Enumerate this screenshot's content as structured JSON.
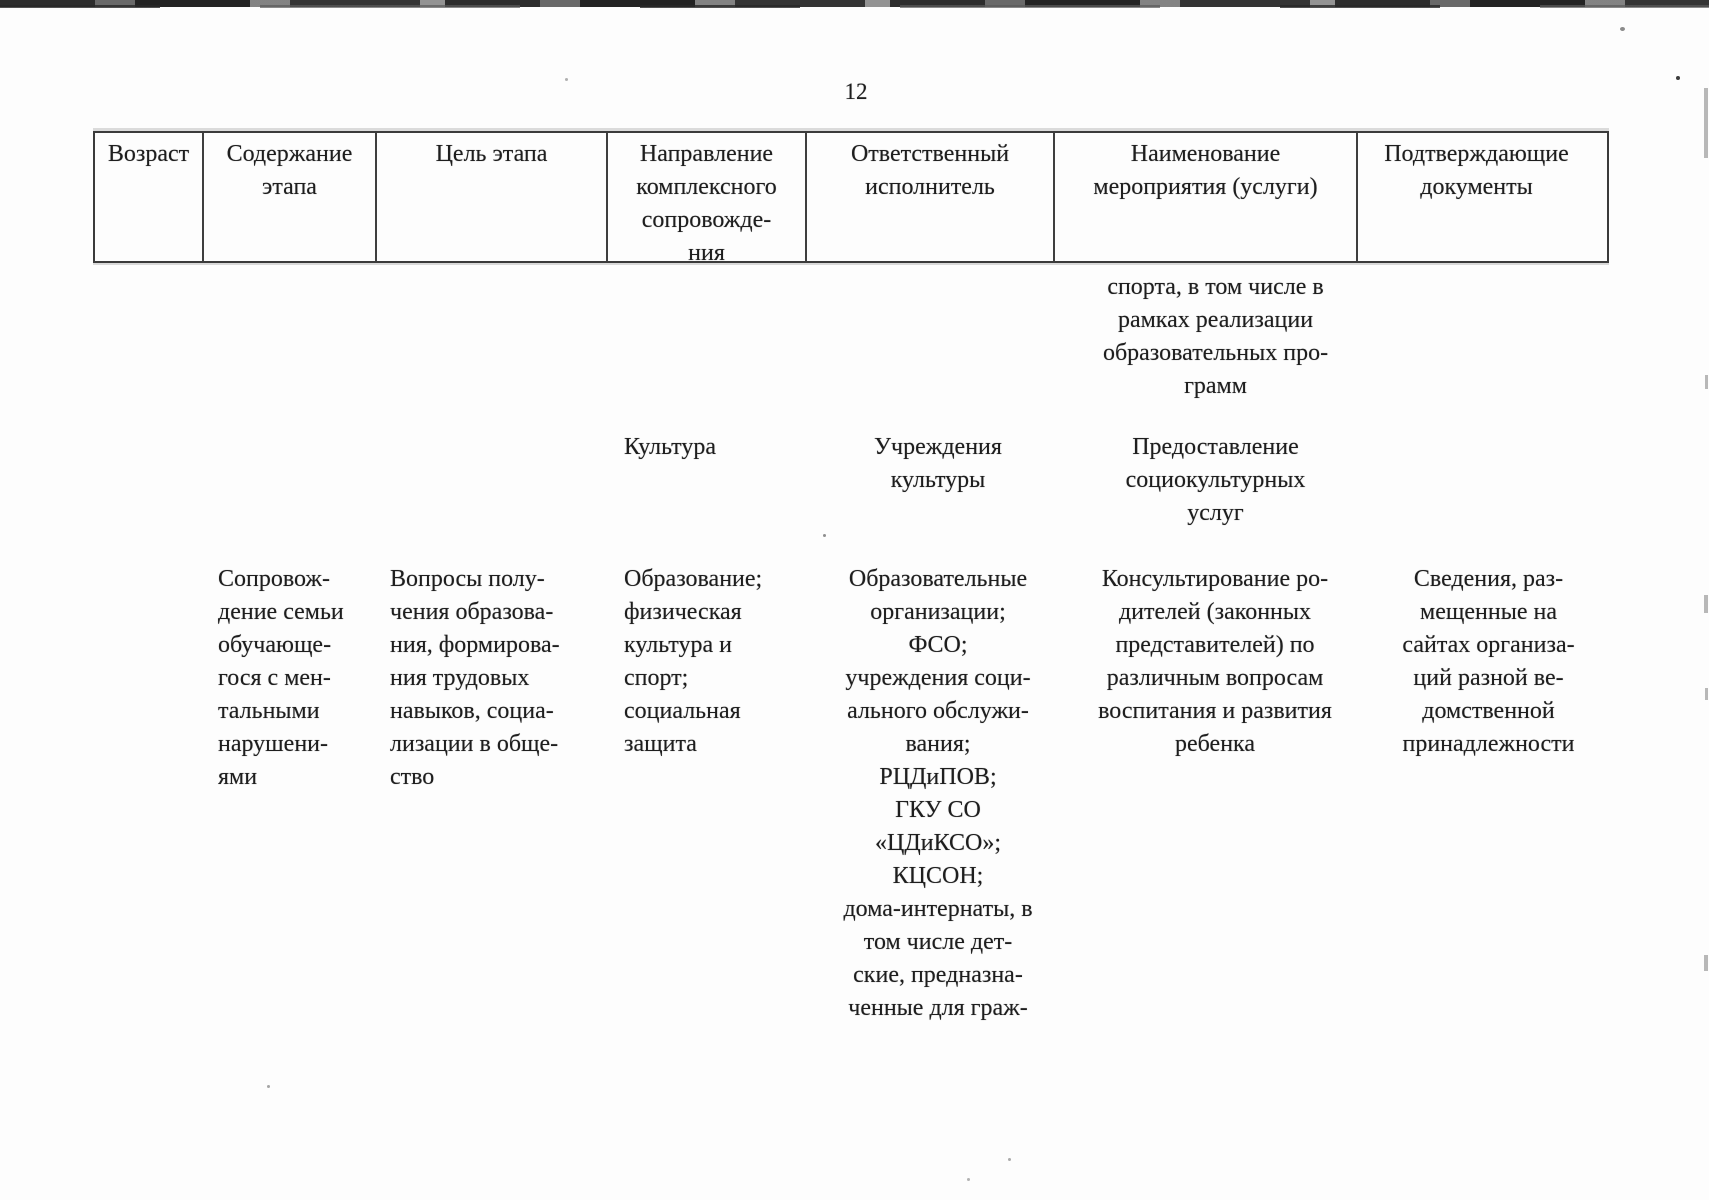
{
  "page": {
    "number": "12"
  },
  "colors": {
    "text": "#1e1e1e",
    "table_border": "#3b3b3b",
    "background": "#fdfdfd"
  },
  "table": {
    "headers": [
      "Возраст",
      "Содержание\nэтапа",
      "Цель этапа",
      "Направление\nкомплексного\nсопровожде-\nния",
      "Ответственный\nисполнитель",
      "Наименование\nмероприятия (услуги)",
      "Подтверждающие\nдокументы"
    ],
    "continuation_row": {
      "activity_name": "спорта, в том числе в\nрамках реализации\nобразовательных про-\nграмм"
    },
    "culture_row": {
      "direction": "Культура",
      "executor": "Учреждения\nкультуры",
      "activity_name": "Предоставление\nсоциокультурных\nуслуг"
    },
    "main_row": {
      "stage_content": "Сопровож-\nдение семьи\nобучающе-\nгося с мен-\nтальными\nнарушени-\nями",
      "stage_goal": "Вопросы полу-\nчения образова-\nния, формирова-\nния трудовых\nнавыков, социа-\nлизации в обще-\nство",
      "direction": "Образование;\nфизическая\nкультура и\nспорт;\nсоциальная\nзащита",
      "executor": "Образовательные\nорганизации;\nФСО;\nучреждения соци-\nального обслужи-\nвания;\nРЦДиПОВ;\nГКУ СО\n«ЦДиКСО»;\nКЦСОН;\nдома-интернаты, в\nтом числе дет-\nские, предназна-\nченные для граж-",
      "activity_name": "Консультирование ро-\nдителей (законных\nпредставителей) по\nразличным вопросам\nвоспитания и развития\nребенка",
      "documents": "Сведения, раз-\nмещенные на\nсайтах организа-\nций разной ве-\nдомственной\nпринадлежности"
    }
  }
}
